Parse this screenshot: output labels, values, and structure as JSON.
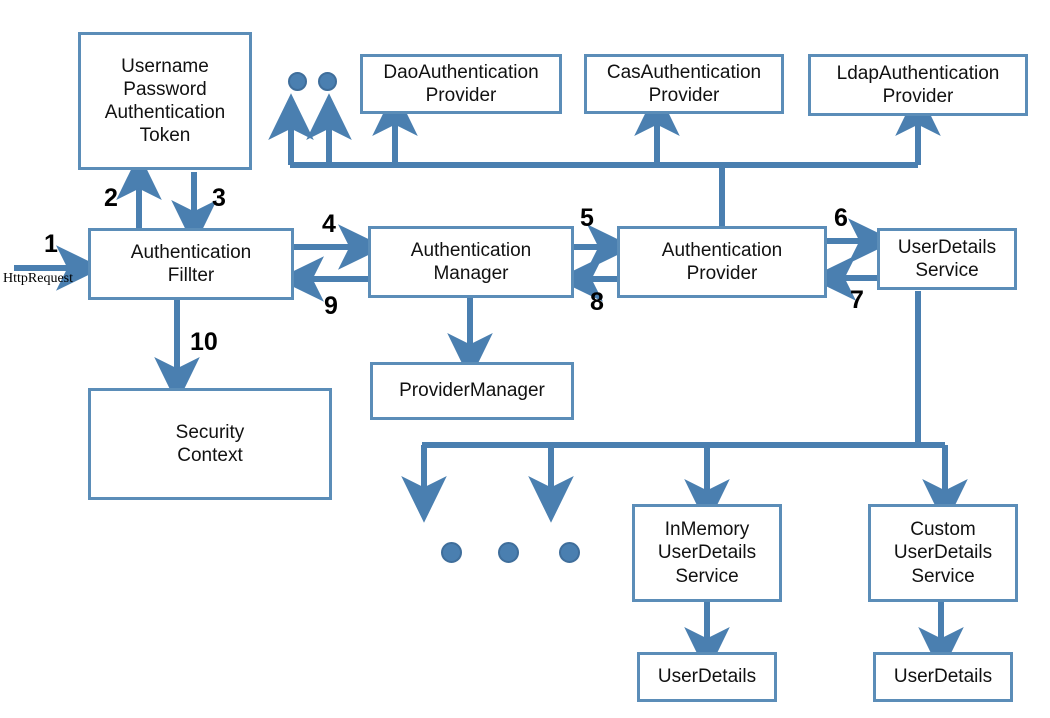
{
  "diagram": {
    "title": "Spring Security Authentication Flow",
    "accent_color": "#5b8db8",
    "arrow_color": "#4a7fb0",
    "dot_color": "#4a7fb0",
    "background_color": "#ffffff",
    "text_color": "#111111"
  },
  "nodes": [
    {
      "id": "upat",
      "label": "Username\nPassword\nAuthentication\nToken"
    },
    {
      "id": "dao-provider",
      "label": "DaoAuthentication\nProvider"
    },
    {
      "id": "cas-provider",
      "label": "CasAuthentication\nProvider"
    },
    {
      "id": "ldap-provider",
      "label": "LdapAuthentication\nProvider"
    },
    {
      "id": "auth-filter",
      "label": "Authentication\nFillter"
    },
    {
      "id": "auth-manager",
      "label": "Authentication\nManager"
    },
    {
      "id": "auth-provider",
      "label": "Authentication\nProvider"
    },
    {
      "id": "userdetails-service",
      "label": "UserDetails\nService"
    },
    {
      "id": "provider-manager",
      "label": "ProviderManager"
    },
    {
      "id": "security-context",
      "label": "Security\nContext"
    },
    {
      "id": "inmemory-uds",
      "label": "InMemory\nUserDetails\nService"
    },
    {
      "id": "custom-uds",
      "label": "Custom\nUserDetails\nService"
    },
    {
      "id": "userdetails-1",
      "label": "UserDetails"
    },
    {
      "id": "userdetails-2",
      "label": "UserDetails"
    }
  ],
  "step_labels": [
    {
      "id": "step-1",
      "text": "1"
    },
    {
      "id": "step-2",
      "text": "2"
    },
    {
      "id": "step-3",
      "text": "3"
    },
    {
      "id": "step-4",
      "text": "4"
    },
    {
      "id": "step-5",
      "text": "5"
    },
    {
      "id": "step-6",
      "text": "6"
    },
    {
      "id": "step-7",
      "text": "7"
    },
    {
      "id": "step-8",
      "text": "8"
    },
    {
      "id": "step-9",
      "text": "9"
    },
    {
      "id": "step-10",
      "text": "10"
    }
  ],
  "edge_labels": [
    {
      "id": "http-request",
      "text": "HttpRequest"
    }
  ],
  "ellipsis_groups": [
    {
      "id": "provider-ellipsis",
      "count": 2
    },
    {
      "id": "userdetails-service-ellipsis",
      "count": 3
    }
  ]
}
